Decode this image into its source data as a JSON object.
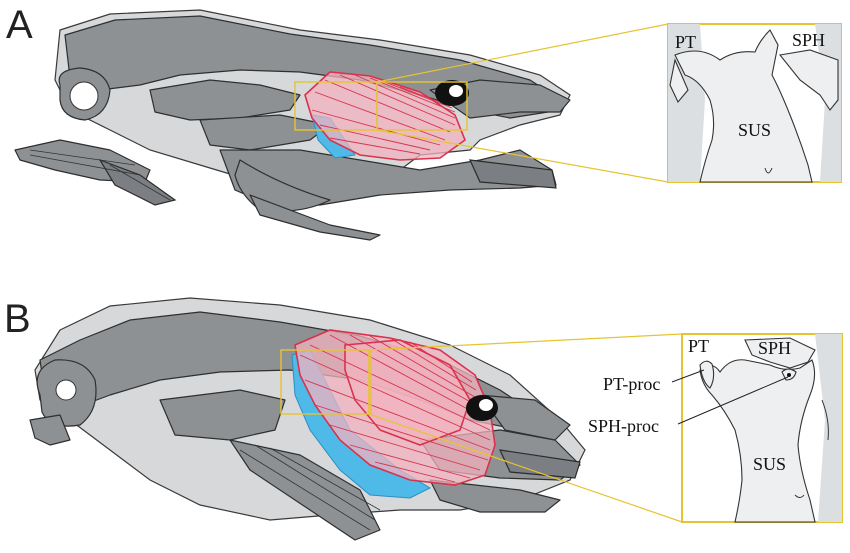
{
  "panels": [
    {
      "letter": "A",
      "inset_labels": {
        "pt": "PT",
        "sph": "SPH",
        "sus": "SUS"
      }
    },
    {
      "letter": "B",
      "inset_labels": {
        "pt": "PT",
        "sph": "SPH",
        "sus": "SUS",
        "pt_proc": "PT-proc",
        "sph_proc": "SPH-proc"
      }
    }
  ],
  "colors": {
    "bone": "#8e9194",
    "muscle_fill": "#f2b3bf",
    "muscle_stroke": "#d8334d",
    "blue_tissue": "#4fb9e8",
    "highlight_box": "#e6c431"
  }
}
